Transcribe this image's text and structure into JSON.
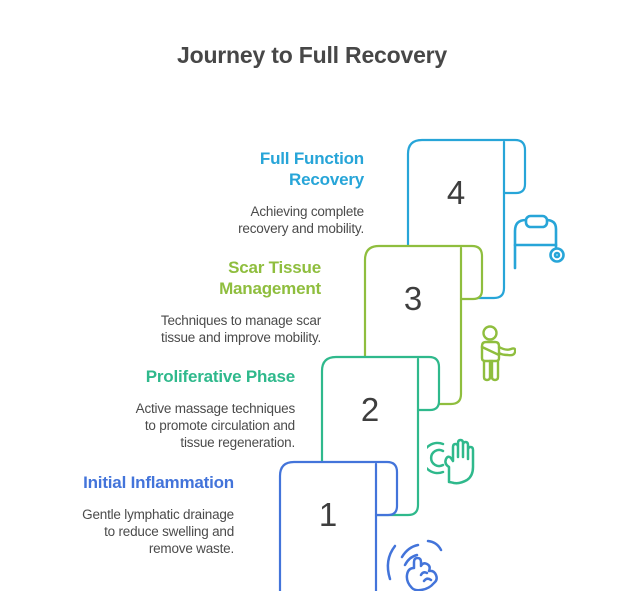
{
  "title": "Journey to Full Recovery",
  "colors": {
    "heading": "#474747",
    "body": "#4B4B4B",
    "number": "#3E3E3E",
    "background": "#FFFFFF",
    "stage1": "#4374DA",
    "stage2": "#2FB98C",
    "stage3": "#8FBE3E",
    "stage4": "#27A5D8"
  },
  "stages": [
    {
      "number": "1",
      "title_lines": [
        "Initial Inflammation"
      ],
      "desc_lines": [
        "Gentle lymphatic drainage",
        "to reduce swelling and",
        "remove waste."
      ],
      "color": "#4374DA",
      "icon": "massage-hands"
    },
    {
      "number": "2",
      "title_lines": [
        "Proliferative Phase"
      ],
      "desc_lines": [
        "Active massage techniques",
        "to promote circulation and",
        "tissue regeneration."
      ],
      "color": "#2FB98C",
      "icon": "hand-with-waves"
    },
    {
      "number": "3",
      "title_lines": [
        "Scar Tissue",
        "Management"
      ],
      "desc_lines": [
        "Techniques to manage scar",
        "tissue and improve mobility."
      ],
      "color": "#8FBE3E",
      "icon": "person-arm-sling"
    },
    {
      "number": "4",
      "title_lines": [
        "Full Function",
        "Recovery"
      ],
      "desc_lines": [
        "Achieving complete",
        "recovery and mobility."
      ],
      "color": "#27A5D8",
      "icon": "walker"
    }
  ]
}
